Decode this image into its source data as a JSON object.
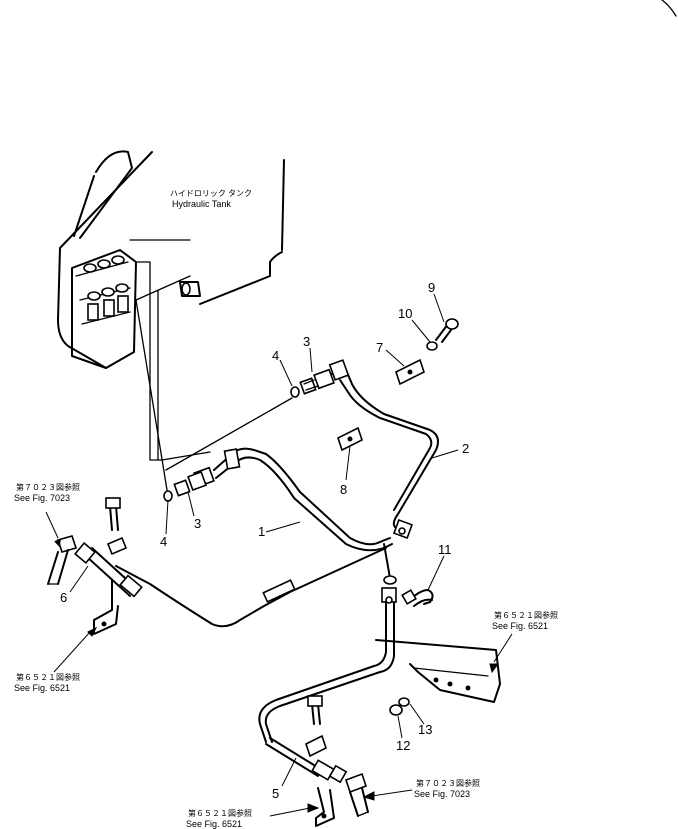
{
  "tank_label": {
    "jp": "ハイドロリック タンク",
    "en": "Hydraulic Tank"
  },
  "part_numbers": {
    "p1": "1",
    "p2": "2",
    "p3a": "3",
    "p3b": "3",
    "p4a": "4",
    "p4b": "4",
    "p5": "5",
    "p6": "6",
    "p7": "7",
    "p8": "8",
    "p9": "9",
    "p10": "10",
    "p11": "11",
    "p12": "12",
    "p13": "13"
  },
  "references": {
    "left_top": {
      "jp": "第７０２３図参照",
      "en": "See Fig. 7023"
    },
    "left_bottom": {
      "jp": "第６５２１図参照",
      "en": "See Fig. 6521"
    },
    "right_mid": {
      "jp": "第６５２１図参照",
      "en": "See Fig. 6521"
    },
    "bottom_center": {
      "jp": "第６５２１図参照",
      "en": "See Fig. 6521"
    },
    "bottom_right": {
      "jp": "第７０２３図参照",
      "en": "See Fig. 7023"
    }
  }
}
